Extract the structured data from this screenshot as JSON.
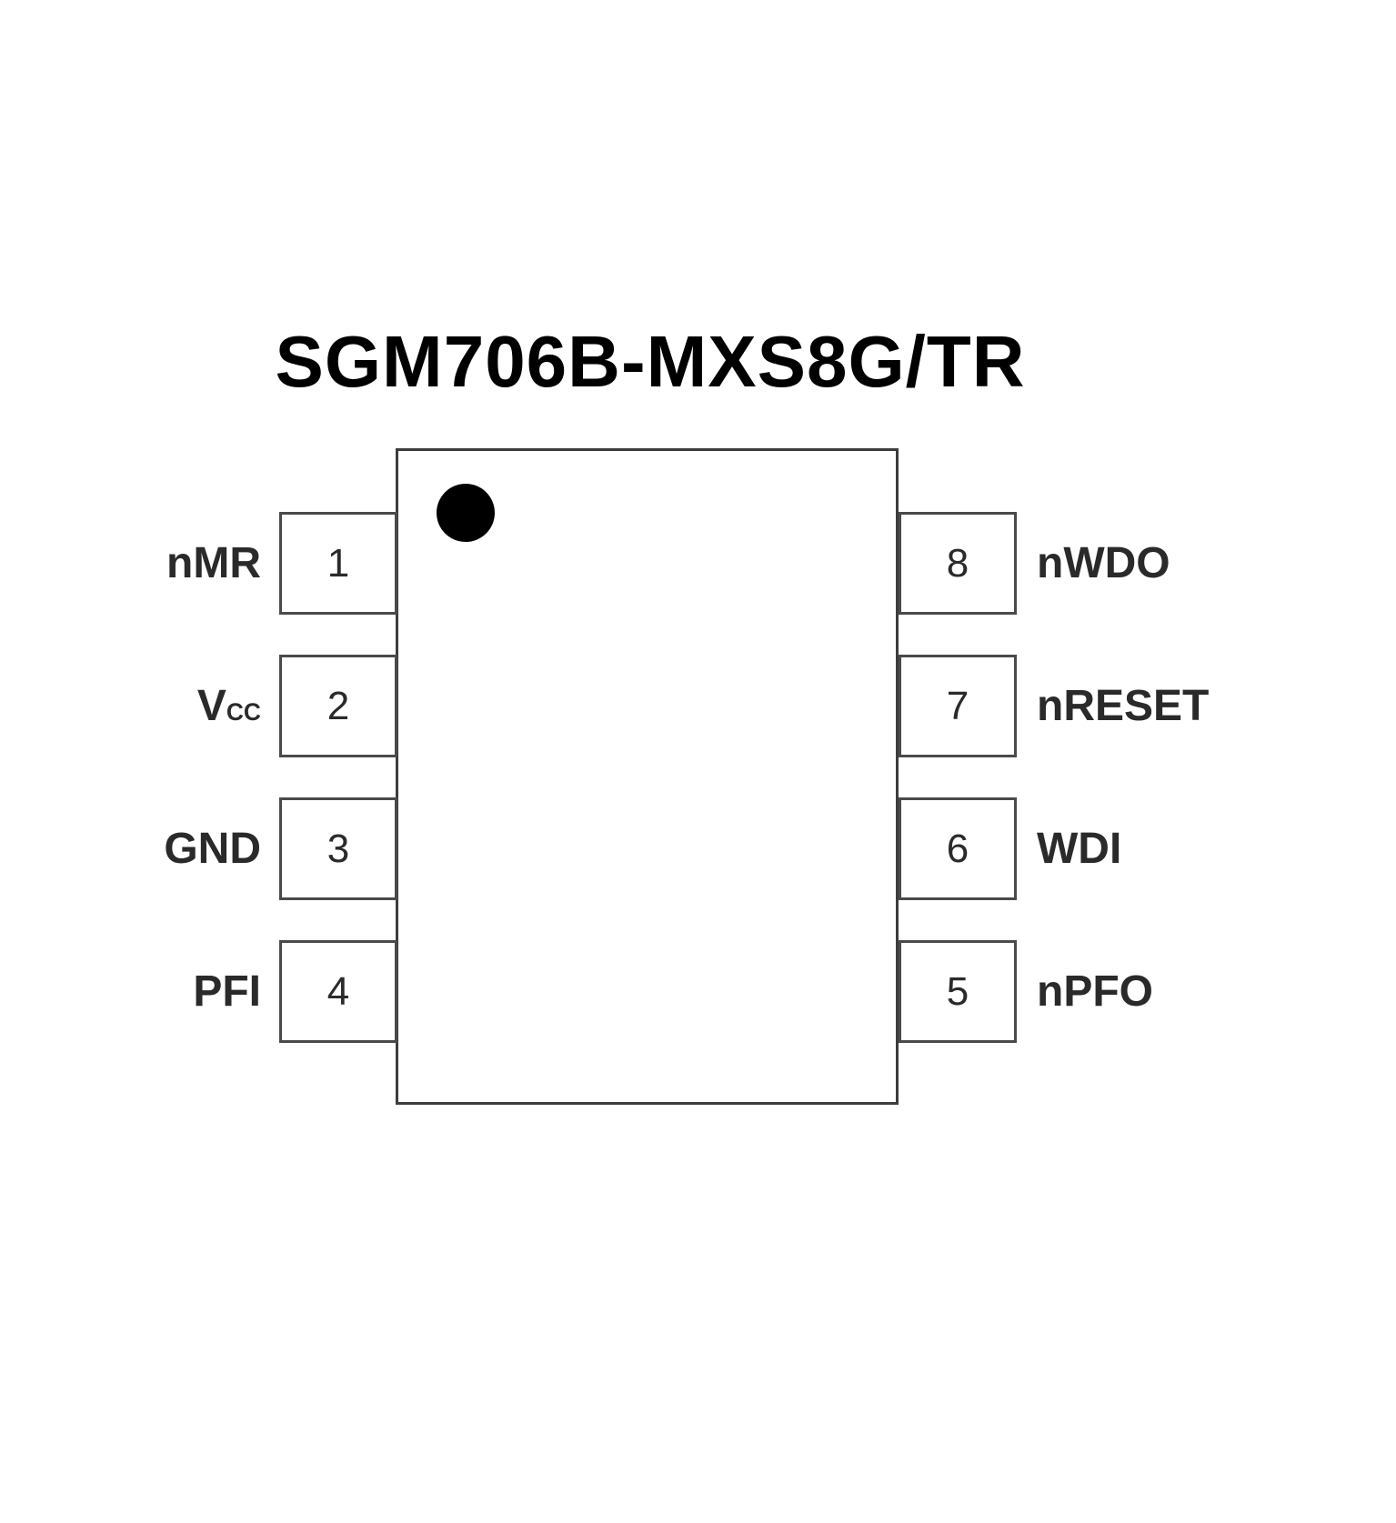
{
  "title": "SGM706B-MXS8G/TR",
  "chip": {
    "pin1_marker": "pin1-dot"
  },
  "left_pins": [
    {
      "number": "1",
      "name": "nMR",
      "subscript": ""
    },
    {
      "number": "2",
      "name": "V",
      "subscript": "CC"
    },
    {
      "number": "3",
      "name": "GND",
      "subscript": ""
    },
    {
      "number": "4",
      "name": "PFI",
      "subscript": ""
    }
  ],
  "right_pins": [
    {
      "number": "8",
      "name": "nWDO",
      "subscript": ""
    },
    {
      "number": "7",
      "name": "nRESET",
      "subscript": ""
    },
    {
      "number": "6",
      "name": "WDI",
      "subscript": ""
    },
    {
      "number": "5",
      "name": "nPFO",
      "subscript": ""
    }
  ]
}
